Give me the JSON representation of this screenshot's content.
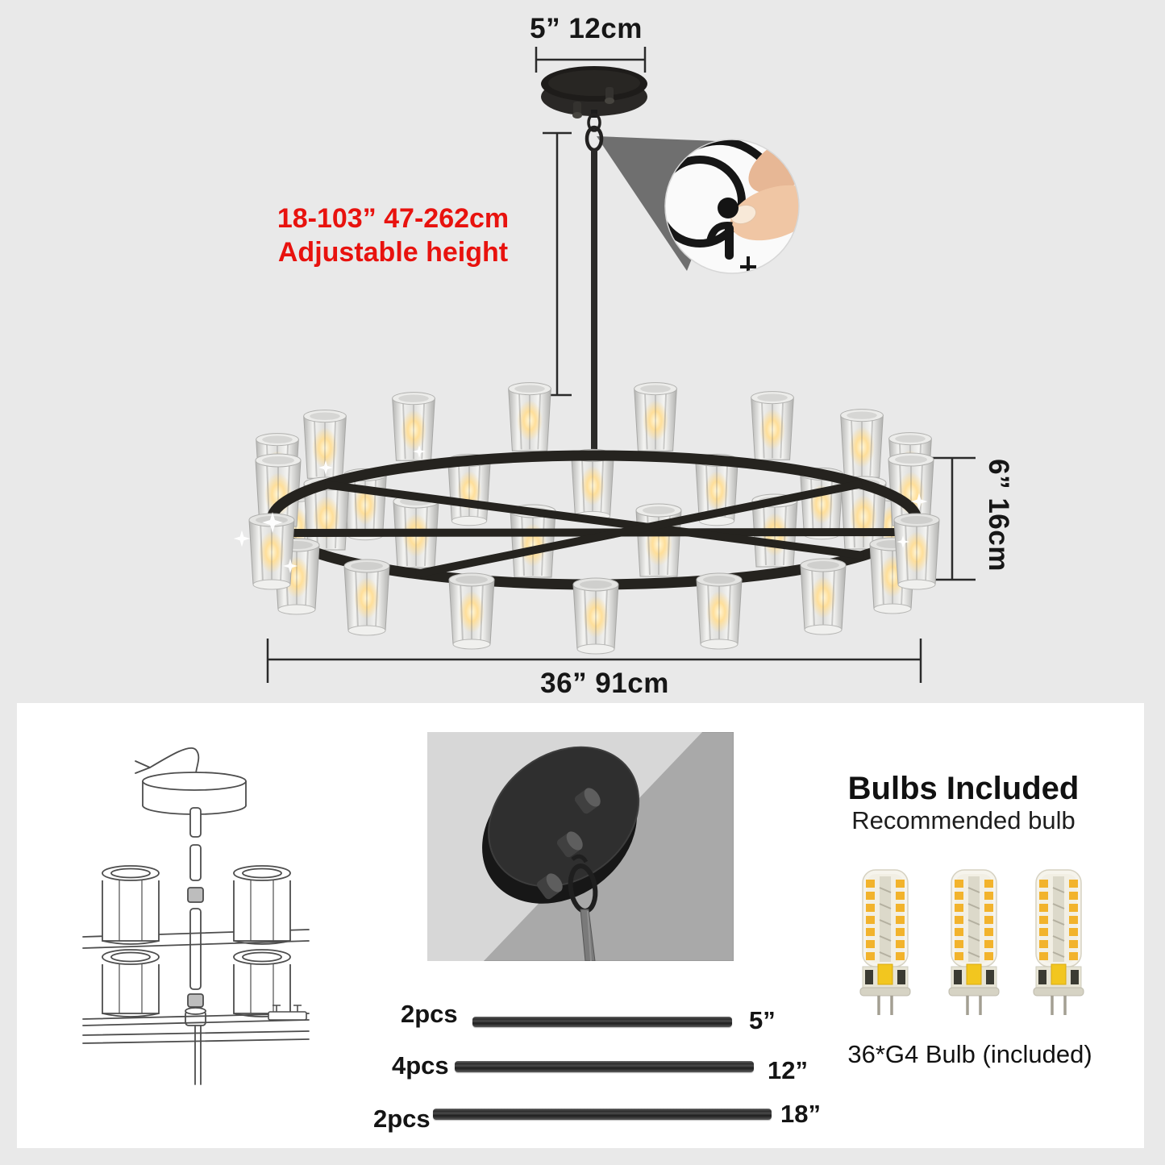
{
  "annotations": {
    "canopy_dim": "5”  12cm",
    "adjustable_height_line1": "18-103”  47-262cm",
    "adjustable_height_line2": "Adjustable height",
    "ring_dim": "6”  16cm",
    "diameter_dim": "36”  91cm"
  },
  "parts": {
    "rods": [
      {
        "qty": "2pcs",
        "length": "5”"
      },
      {
        "qty": "4pcs",
        "length": "12”"
      },
      {
        "qty": "2pcs",
        "length": "18”"
      }
    ]
  },
  "bulbs": {
    "title": "Bulbs Included",
    "subtitle": "Recommended bulb",
    "caption": "36*G4 Bulb (included)"
  },
  "colors": {
    "accent_red": "#e8120e",
    "metal_black": "#25231f",
    "background": "#e9e9e9",
    "panel": "#ffffff",
    "glow_warm": "#ffd98a"
  }
}
